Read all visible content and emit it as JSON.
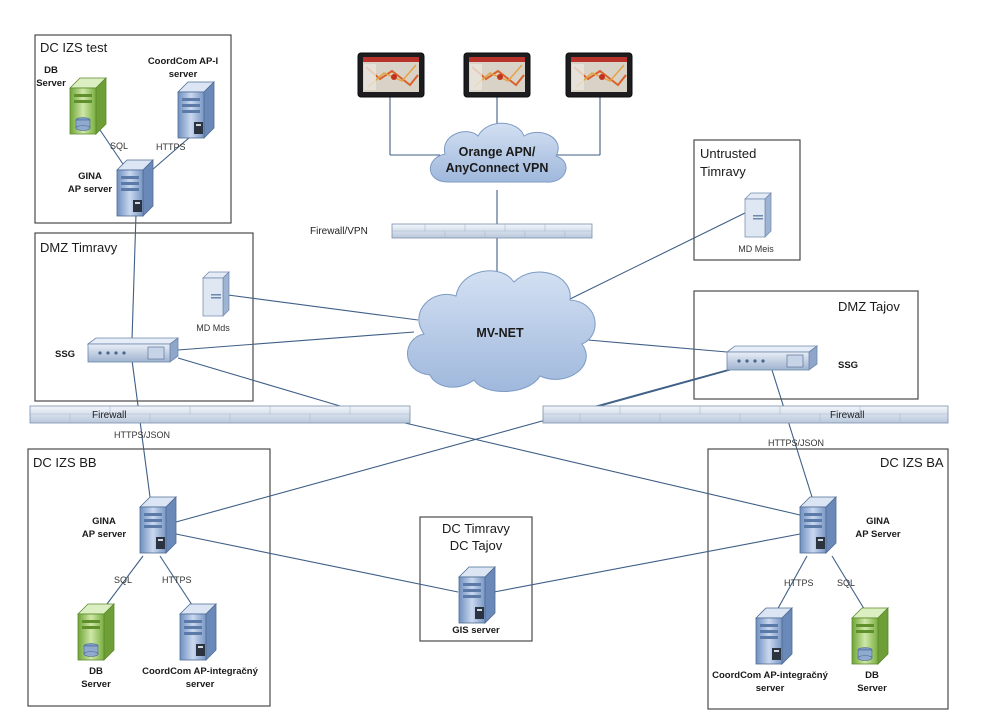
{
  "zones": {
    "dc_izs_test": "DC IZS test",
    "dmz_timravy": "DMZ Timravy",
    "untrusted_timravy_line1": "Untrusted",
    "untrusted_timravy_line2": "Timravy",
    "dmz_tajov": "DMZ Tajov",
    "dc_izs_bb": "DC IZS BB",
    "dc_izs_ba": "DC IZS BA",
    "dc_timravy_tajov_line1": "DC Timravy",
    "dc_timravy_tajov_line2": "DC Tajov"
  },
  "nodes": {
    "test_db_line1": "DB",
    "test_db_line2": "Server",
    "test_coordcom_line1": "CoordCom AP-I",
    "test_coordcom_line2": "server",
    "test_gina_line1": "GINA",
    "test_gina_line2": "AP server",
    "md_mds": "MD Mds",
    "md_meis": "MD Meis",
    "ssg_left": "SSG",
    "ssg_right": "SSG",
    "bb_gina_line1": "GINA",
    "bb_gina_line2": "AP server",
    "bb_db_line1": "DB",
    "bb_db_line2": "Server",
    "bb_coordcom_line1": "CoordCom AP-integračný",
    "bb_coordcom_line2": "server",
    "gis_server": "GIS server",
    "ba_gina_line1": "GINA",
    "ba_gina_line2": "AP Server",
    "ba_coordcom_line1": "CoordCom AP-integračný",
    "ba_coordcom_line2": "server",
    "ba_db_line1": "DB",
    "ba_db_line2": "Server"
  },
  "links": {
    "sql_test": "SQL",
    "https_test": "HTTPS",
    "https_json_left": "HTTPS/JSON",
    "https_json_right": "HTTPS/JSON",
    "sql_bb": "SQL",
    "https_bb": "HTTPS",
    "https_ba": "HTTPS",
    "sql_ba": "SQL"
  },
  "clouds": {
    "apn_line1": "Orange APN/",
    "apn_line2": "AnyConnect VPN",
    "mvnet": "MV-NET"
  },
  "firewalls": {
    "vpn": "Firewall/VPN",
    "left": "Firewall",
    "right": "Firewall"
  },
  "colors": {
    "server_blue": "#8fa9cf",
    "server_green": "#8cc04f",
    "cloud": "#b4c9e6",
    "link": "#3f5f86"
  }
}
